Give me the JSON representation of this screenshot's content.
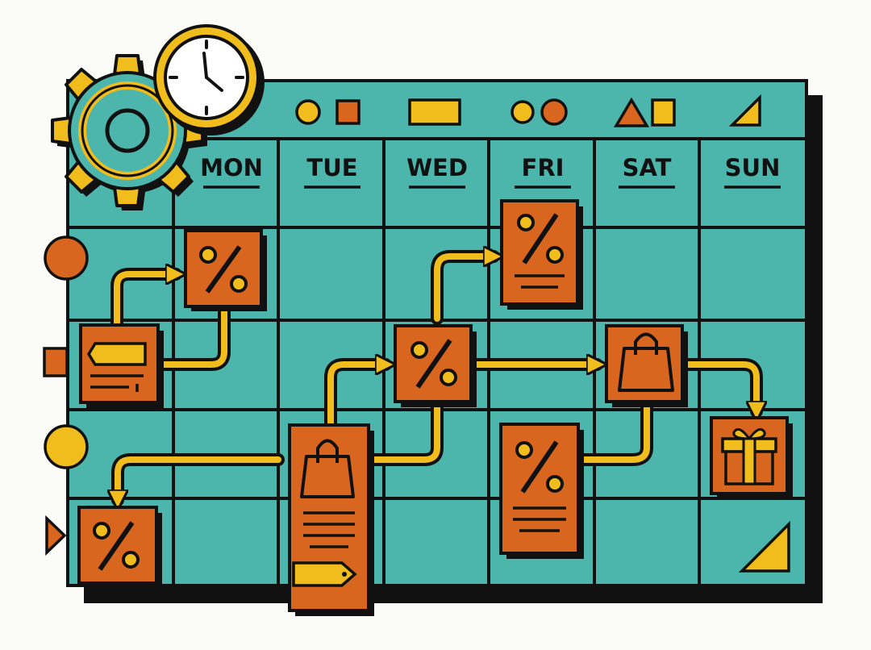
{
  "calendar": {
    "days": [
      "MON",
      "TUE",
      "WED",
      "FRI",
      "SAT",
      "SUN"
    ]
  },
  "icons": {
    "gear": "gear-icon",
    "clock": "clock-icon",
    "discount_tag": "percent-tag-icon",
    "shopping_bag": "shopping-bag-icon",
    "gift": "gift-box-icon",
    "flow_arrow": "arrow-icon"
  },
  "colors": {
    "calendar_fill": "#4db6ac",
    "card_orange": "#d9661f",
    "accent_yellow": "#f0bd1c",
    "outline": "#111111",
    "background": "#fbfbf8"
  }
}
